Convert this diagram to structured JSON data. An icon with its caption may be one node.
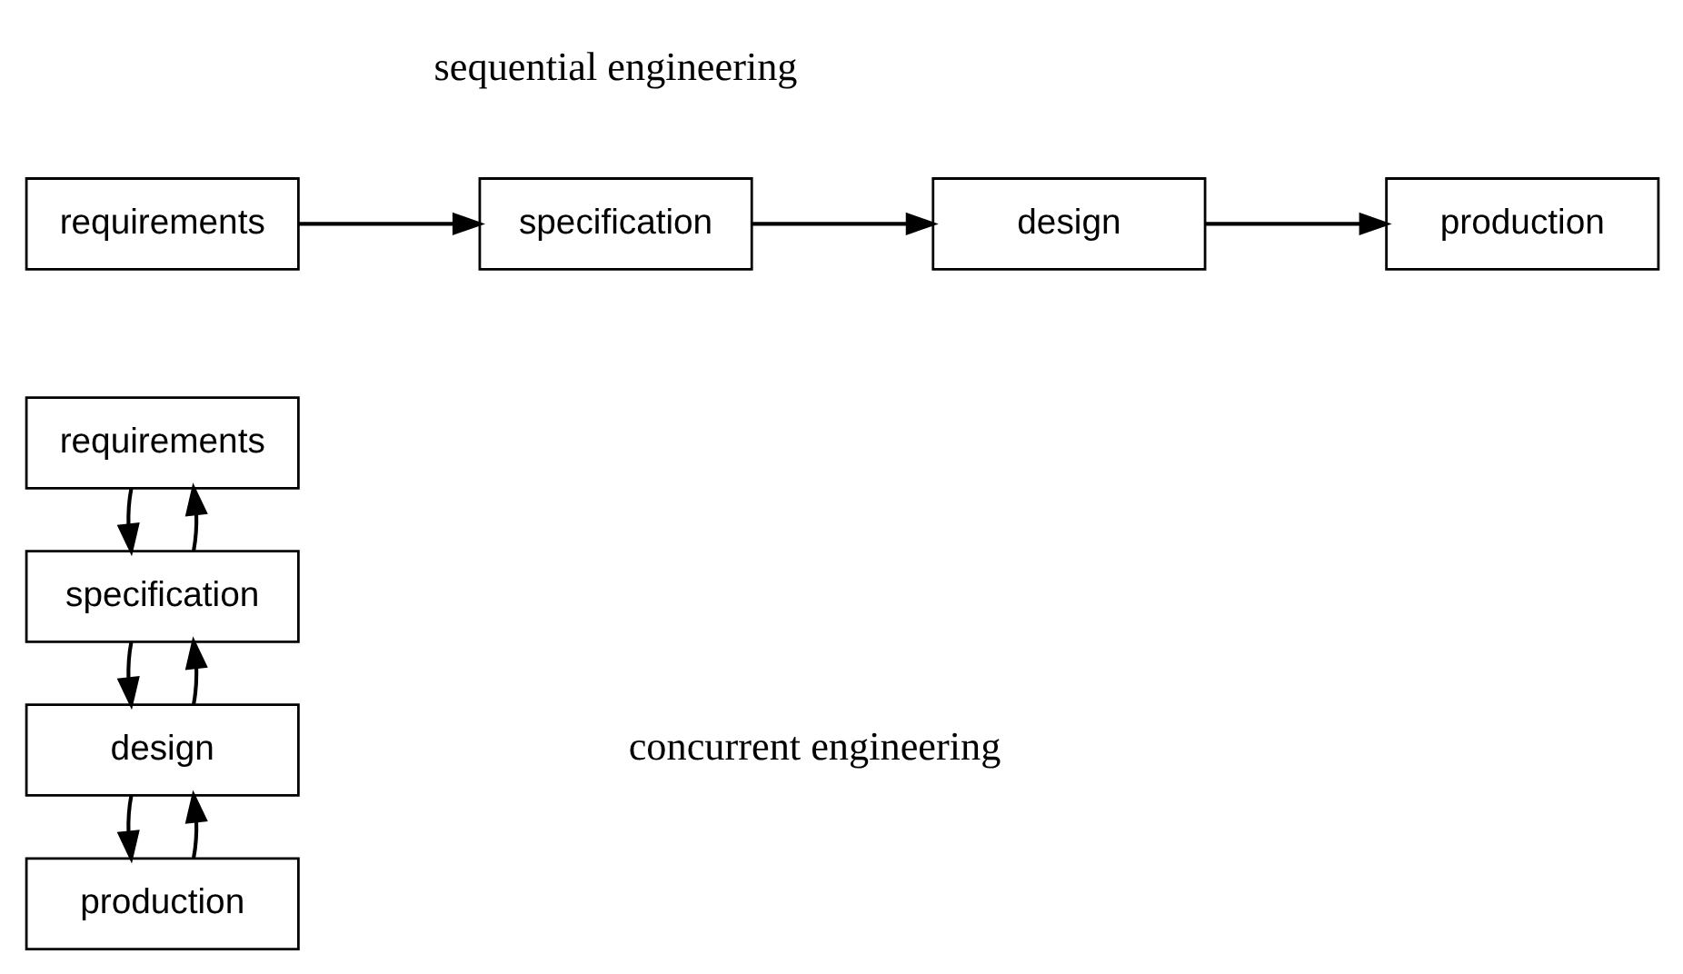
{
  "diagram": {
    "nodes": [
      {
        "text": [
          "requirements"
        ]
      },
      {
        "text": [
          "specification"
        ]
      },
      {
        "text": [
          "design"
        ]
      },
      {
        "text": [
          "production"
        ]
      },
      {
        "text": [
          "requirements"
        ]
      },
      {
        "text": [
          "specification"
        ]
      },
      {
        "text": [
          "design"
        ]
      },
      {
        "text": [
          "production"
        ]
      }
    ],
    "edges": [
      {
        "from": 0,
        "to": 1,
        "arrow": "to"
      },
      {
        "from": 1,
        "to": 2,
        "arrow": "to"
      },
      {
        "from": 2,
        "to": 3,
        "arrow": "to"
      },
      {
        "from": 4,
        "to": 5,
        "arrow": "to"
      },
      {
        "from": 5,
        "to": 4,
        "arrow": "to"
      },
      {
        "from": 5,
        "to": 6,
        "arrow": "to"
      },
      {
        "from": 6,
        "to": 5,
        "arrow": "to"
      },
      {
        "from": 6,
        "to": 7,
        "arrow": "to"
      },
      {
        "from": 7,
        "to": 6,
        "arrow": "to"
      }
    ],
    "labels": [
      "sequential engineering",
      "concurrent engineering"
    ]
  }
}
